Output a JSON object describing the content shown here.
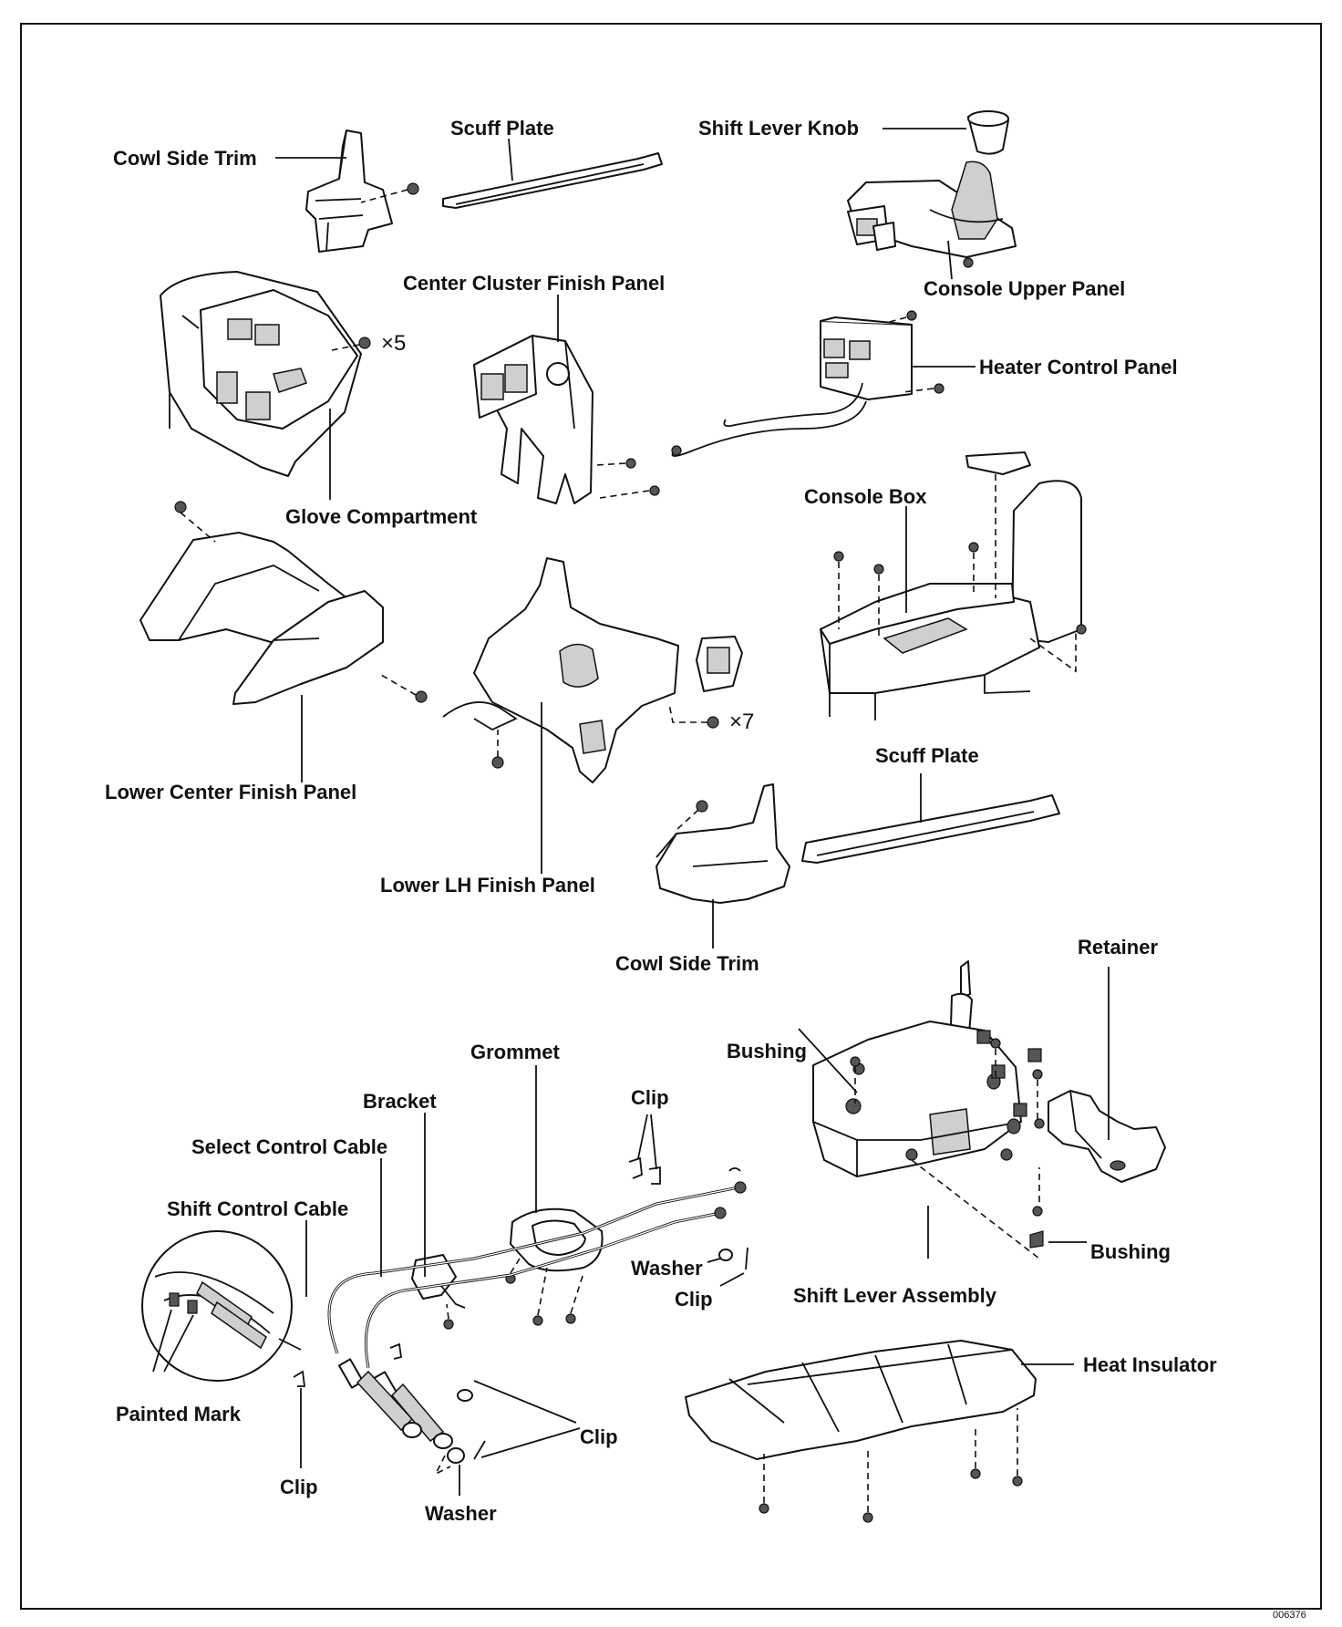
{
  "labels": {
    "cowl_side_trim_top": "Cowl Side Trim",
    "scuff_plate_top": "Scuff Plate",
    "shift_lever_knob": "Shift Lever Knob",
    "console_upper_panel": "Console Upper Panel",
    "center_cluster_finish_panel": "Center Cluster Finish Panel",
    "heater_control_panel": "Heater Control Panel",
    "glove_compartment": "Glove Compartment",
    "console_box": "Console Box",
    "lower_center_finish_panel": "Lower Center Finish Panel",
    "lower_lh_finish_panel": "Lower LH Finish Panel",
    "scuff_plate_bottom": "Scuff Plate",
    "cowl_side_trim_bottom": "Cowl Side Trim",
    "retainer": "Retainer",
    "grommet": "Grommet",
    "bushing_top": "Bushing",
    "bracket": "Bracket",
    "clip_top": "Clip",
    "select_control_cable": "Select Control Cable",
    "shift_control_cable": "Shift Control Cable",
    "washer_right": "Washer",
    "clip_right": "Clip",
    "bushing_right": "Bushing",
    "shift_lever_assembly": "Shift Lever Assembly",
    "heat_insulator": "Heat Insulator",
    "painted_mark": "Painted Mark",
    "clip_lower_mid": "Clip",
    "clip_lower_left": "Clip",
    "washer_bottom": "Washer"
  },
  "multipliers": {
    "glove_screws": "×5",
    "lh_panel_screws": "×7"
  },
  "figure_code": "006376"
}
